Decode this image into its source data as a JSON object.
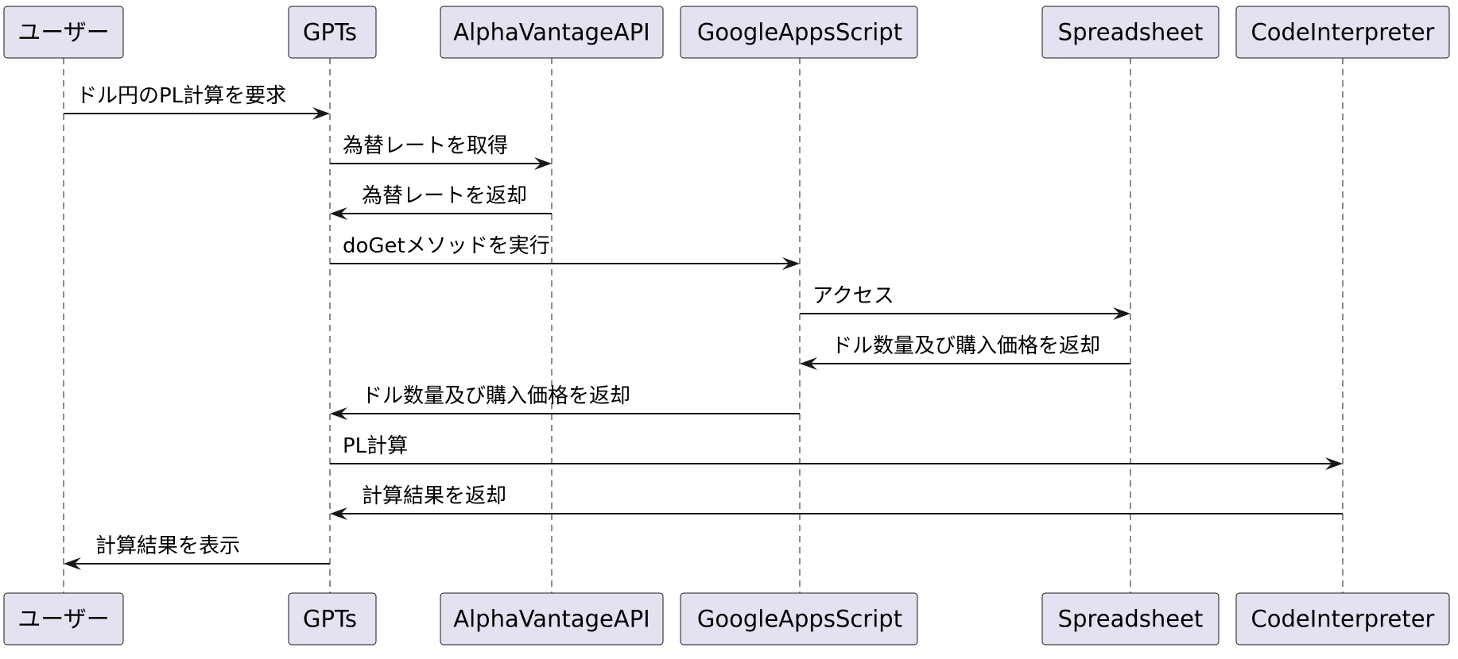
{
  "participants": [
    {
      "id": "user",
      "label": "ユーザー"
    },
    {
      "id": "gpts",
      "label": "GPTs"
    },
    {
      "id": "alpha",
      "label": "AlphaVantageAPI"
    },
    {
      "id": "gas",
      "label": "GoogleAppsScript"
    },
    {
      "id": "sheet",
      "label": "Spreadsheet"
    },
    {
      "id": "code",
      "label": "CodeInterpreter"
    }
  ],
  "messages": [
    {
      "from": "user",
      "to": "gpts",
      "label": "ドル円のPL計算を要求"
    },
    {
      "from": "gpts",
      "to": "alpha",
      "label": "為替レートを取得"
    },
    {
      "from": "alpha",
      "to": "gpts",
      "label": "為替レートを返却"
    },
    {
      "from": "gpts",
      "to": "gas",
      "label": "doGetメソッドを実行"
    },
    {
      "from": "gas",
      "to": "sheet",
      "label": "アクセス"
    },
    {
      "from": "sheet",
      "to": "gas",
      "label": "ドル数量及び購入価格を返却"
    },
    {
      "from": "gas",
      "to": "gpts",
      "label": "ドル数量及び購入価格を返却"
    },
    {
      "from": "gpts",
      "to": "code",
      "label": "PL計算"
    },
    {
      "from": "code",
      "to": "gpts",
      "label": "計算結果を返却"
    },
    {
      "from": "gpts",
      "to": "user",
      "label": "計算結果を表示"
    }
  ],
  "colors": {
    "box_fill": "#e2e2f0",
    "line": "#181818"
  }
}
